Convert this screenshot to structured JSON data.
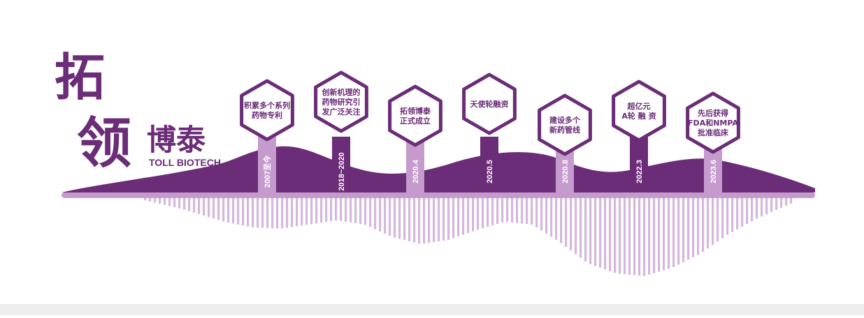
{
  "brand": {
    "char1": "拓",
    "char2": "领",
    "name_cn": "博泰",
    "name_en": "TOLL BIOTECH"
  },
  "colors": {
    "dark_purple": "#6b2c78",
    "light_purple": "#c49bcc",
    "stripe_purple": "#d4b8db",
    "white": "#ffffff",
    "footer_gray": "#eeeeee"
  },
  "milestones": [
    {
      "lines": [
        "积累多个系列",
        "药物专利"
      ],
      "date": "2007至今",
      "post": "light"
    },
    {
      "lines": [
        "创新机理的",
        "药物研究引",
        "发广泛关注"
      ],
      "date": "2018~2020",
      "post": "dark"
    },
    {
      "lines": [
        "拓领博泰",
        "正式成立"
      ],
      "date": "2020.4",
      "post": "light"
    },
    {
      "lines": [
        "天使轮融资"
      ],
      "date": "2020.5",
      "post": "dark"
    },
    {
      "lines": [
        "建设多个",
        "新药管线"
      ],
      "date": "2020.8",
      "post": "light"
    },
    {
      "lines": [
        "超亿元",
        "A轮 融 资"
      ],
      "date": "2022.3",
      "post": "dark"
    },
    {
      "lines": [
        "先后获得",
        "FDA和NMPA",
        "批准临床"
      ],
      "date": "2023.6",
      "post": "light"
    }
  ]
}
